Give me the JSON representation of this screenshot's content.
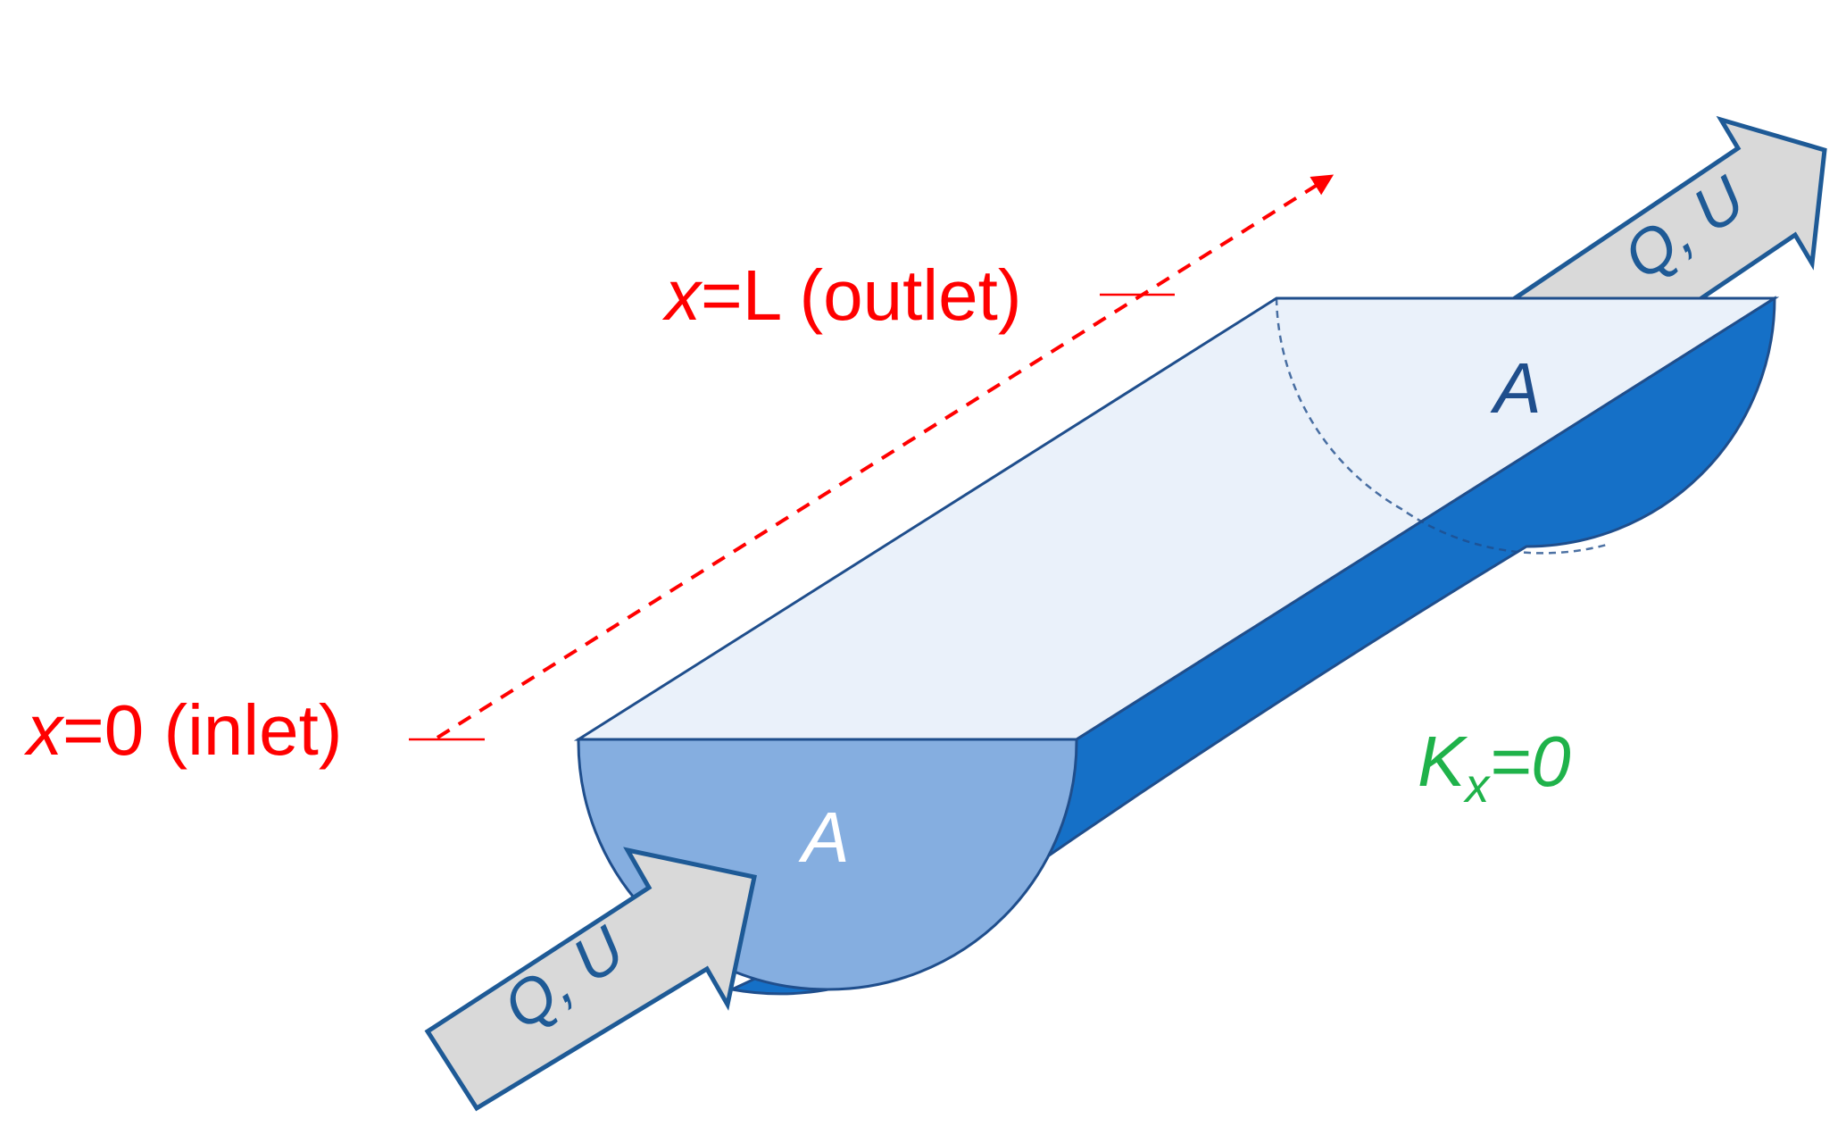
{
  "colors": {
    "red": "#ff0000",
    "green": "#1fb24a",
    "dark_blue": "#1f4e8c",
    "side_blue": "#1570c7",
    "inlet_face": "#85aee0",
    "top_face": "#eaf1fa",
    "outlet_face": "#e9f1fb",
    "arrow_fill": "#d9d9d9",
    "arrow_stroke": "#1e5a96"
  },
  "labels": {
    "outlet_var": "x",
    "outlet_rest": "=L (outlet)",
    "inlet_var": "x",
    "inlet_rest": "=0 (inlet)",
    "area_inlet": "A",
    "area_outlet": "A",
    "k_main": "K",
    "k_sub": "x",
    "k_eq": "=0",
    "flow_in": "Q, U",
    "flow_out": "Q, U"
  }
}
